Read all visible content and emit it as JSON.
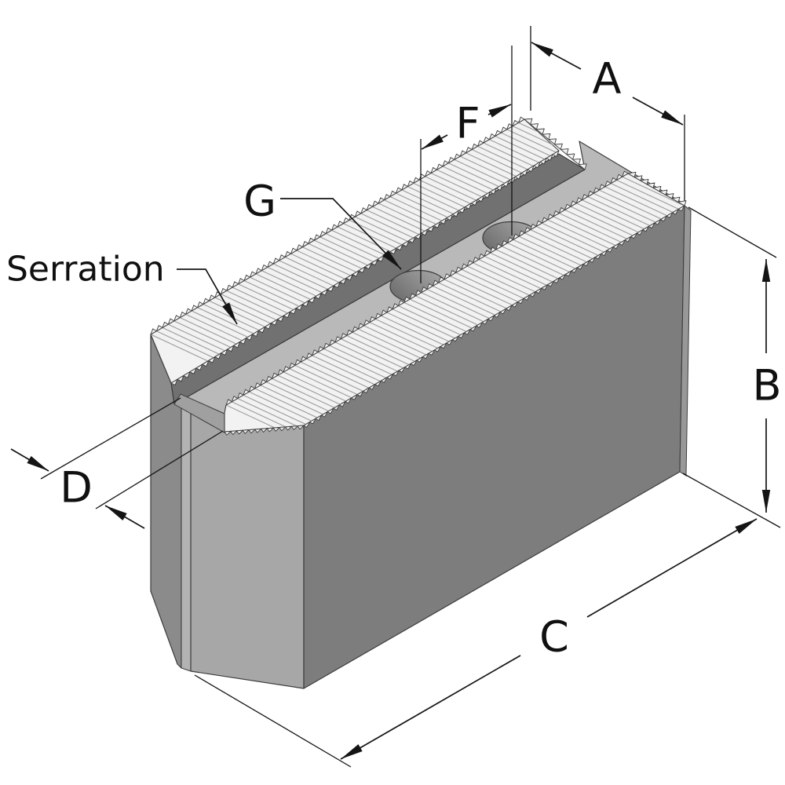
{
  "drawing": {
    "subject": "isometric-serrated-jaw-block",
    "note_label": "Serration"
  },
  "labels": {
    "a": "A",
    "b": "B",
    "c": "C",
    "d": "D",
    "f": "F",
    "g": "G",
    "serration": "Serration"
  },
  "colors": {
    "background": "#ffffff",
    "front_face": "#7d7d7d",
    "nose_face": "#a7a7a7",
    "left_face": "#8b8b8b",
    "chamfer_face": "#b3b3b3",
    "nose_step": "#a0a0a0",
    "groove_floor": "#b9b9b9",
    "groove_wall": "#717171",
    "right_end_face": "#989898",
    "serration": "#f2f2f2",
    "serration_line": "#9b9b9b",
    "edge": "#3c3c3c",
    "dimension": "#141414",
    "hole_dark": "#6d6d6d",
    "hole_light": "#a8a8a8"
  }
}
